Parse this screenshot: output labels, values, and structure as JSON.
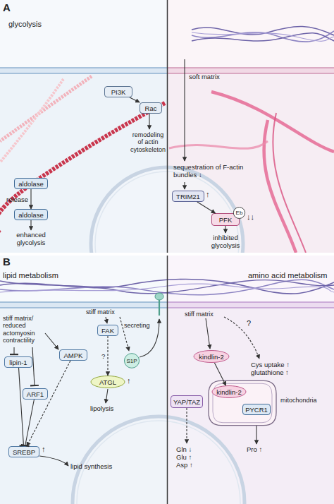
{
  "diagram": {
    "nodes": [
      {
        "text": [
          "PI3K"
        ]
      },
      {
        "text": [
          "Rac"
        ]
      },
      {
        "text": [
          "aldolase"
        ]
      },
      {
        "text": [
          "aldolase"
        ]
      },
      {
        "text": [
          "TRIM21"
        ]
      },
      {
        "text": [
          "PFK"
        ]
      },
      {
        "text": [
          "Eb"
        ],
        "in": 5
      },
      {
        "text": [
          "lipin-1"
        ]
      },
      {
        "text": [
          "AMPK"
        ]
      },
      {
        "text": [
          "ARF1"
        ]
      },
      {
        "text": [
          "SREBP"
        ]
      },
      {
        "text": [
          "FAK"
        ]
      },
      {
        "text": [
          "ATGL"
        ]
      },
      {
        "text": [
          "S1P"
        ]
      },
      {
        "text": [
          "kindlin-2"
        ]
      },
      {
        "text": [
          "mitochondria"
        ]
      },
      {
        "text": [
          "kindlin-2"
        ],
        "in": 15
      },
      {
        "text": [
          "PYCR1"
        ],
        "in": 15
      },
      {
        "text": [
          "YAP/TAZ"
        ]
      }
    ],
    "edges": [
      {
        "from": 0,
        "to": 1,
        "arrow": "to"
      },
      {
        "from": 2,
        "to": 3,
        "label": "release",
        "arrow": "to"
      },
      {
        "from": 4,
        "to": 5,
        "arrow": "to"
      },
      {
        "from": 7,
        "to": 10,
        "arrow": "to"
      },
      {
        "from": 9,
        "to": 10,
        "arrow": "to"
      },
      {
        "from": 8,
        "to": 10,
        "arrow": "to"
      },
      {
        "from": 11,
        "to": 12,
        "label": "?",
        "arrow": "to"
      },
      {
        "from": 14,
        "to": 16,
        "arrow": "to"
      }
    ],
    "labels": [
      "A",
      "glycolysis",
      "soft matrix",
      "remodeling of actin cytoskeleton",
      "enhanced glycolysis",
      "sequestration of F-actin bundles ↓",
      "↑",
      "↓↓",
      "inhibited glycolysis",
      "B",
      "lipid metabolism",
      "amino acid metabolism",
      "stiff matrix/ reduced actomyosin contractility",
      "stiff matrix",
      "secreting",
      "↑",
      "lipolysis",
      "↑",
      "lipid synthesis",
      "stiff matrix",
      "?",
      "Cys uptake ↑ glutathione ↑",
      "Gln ↓ Glu ↑ Asp ↑",
      "Pro ↑"
    ]
  }
}
